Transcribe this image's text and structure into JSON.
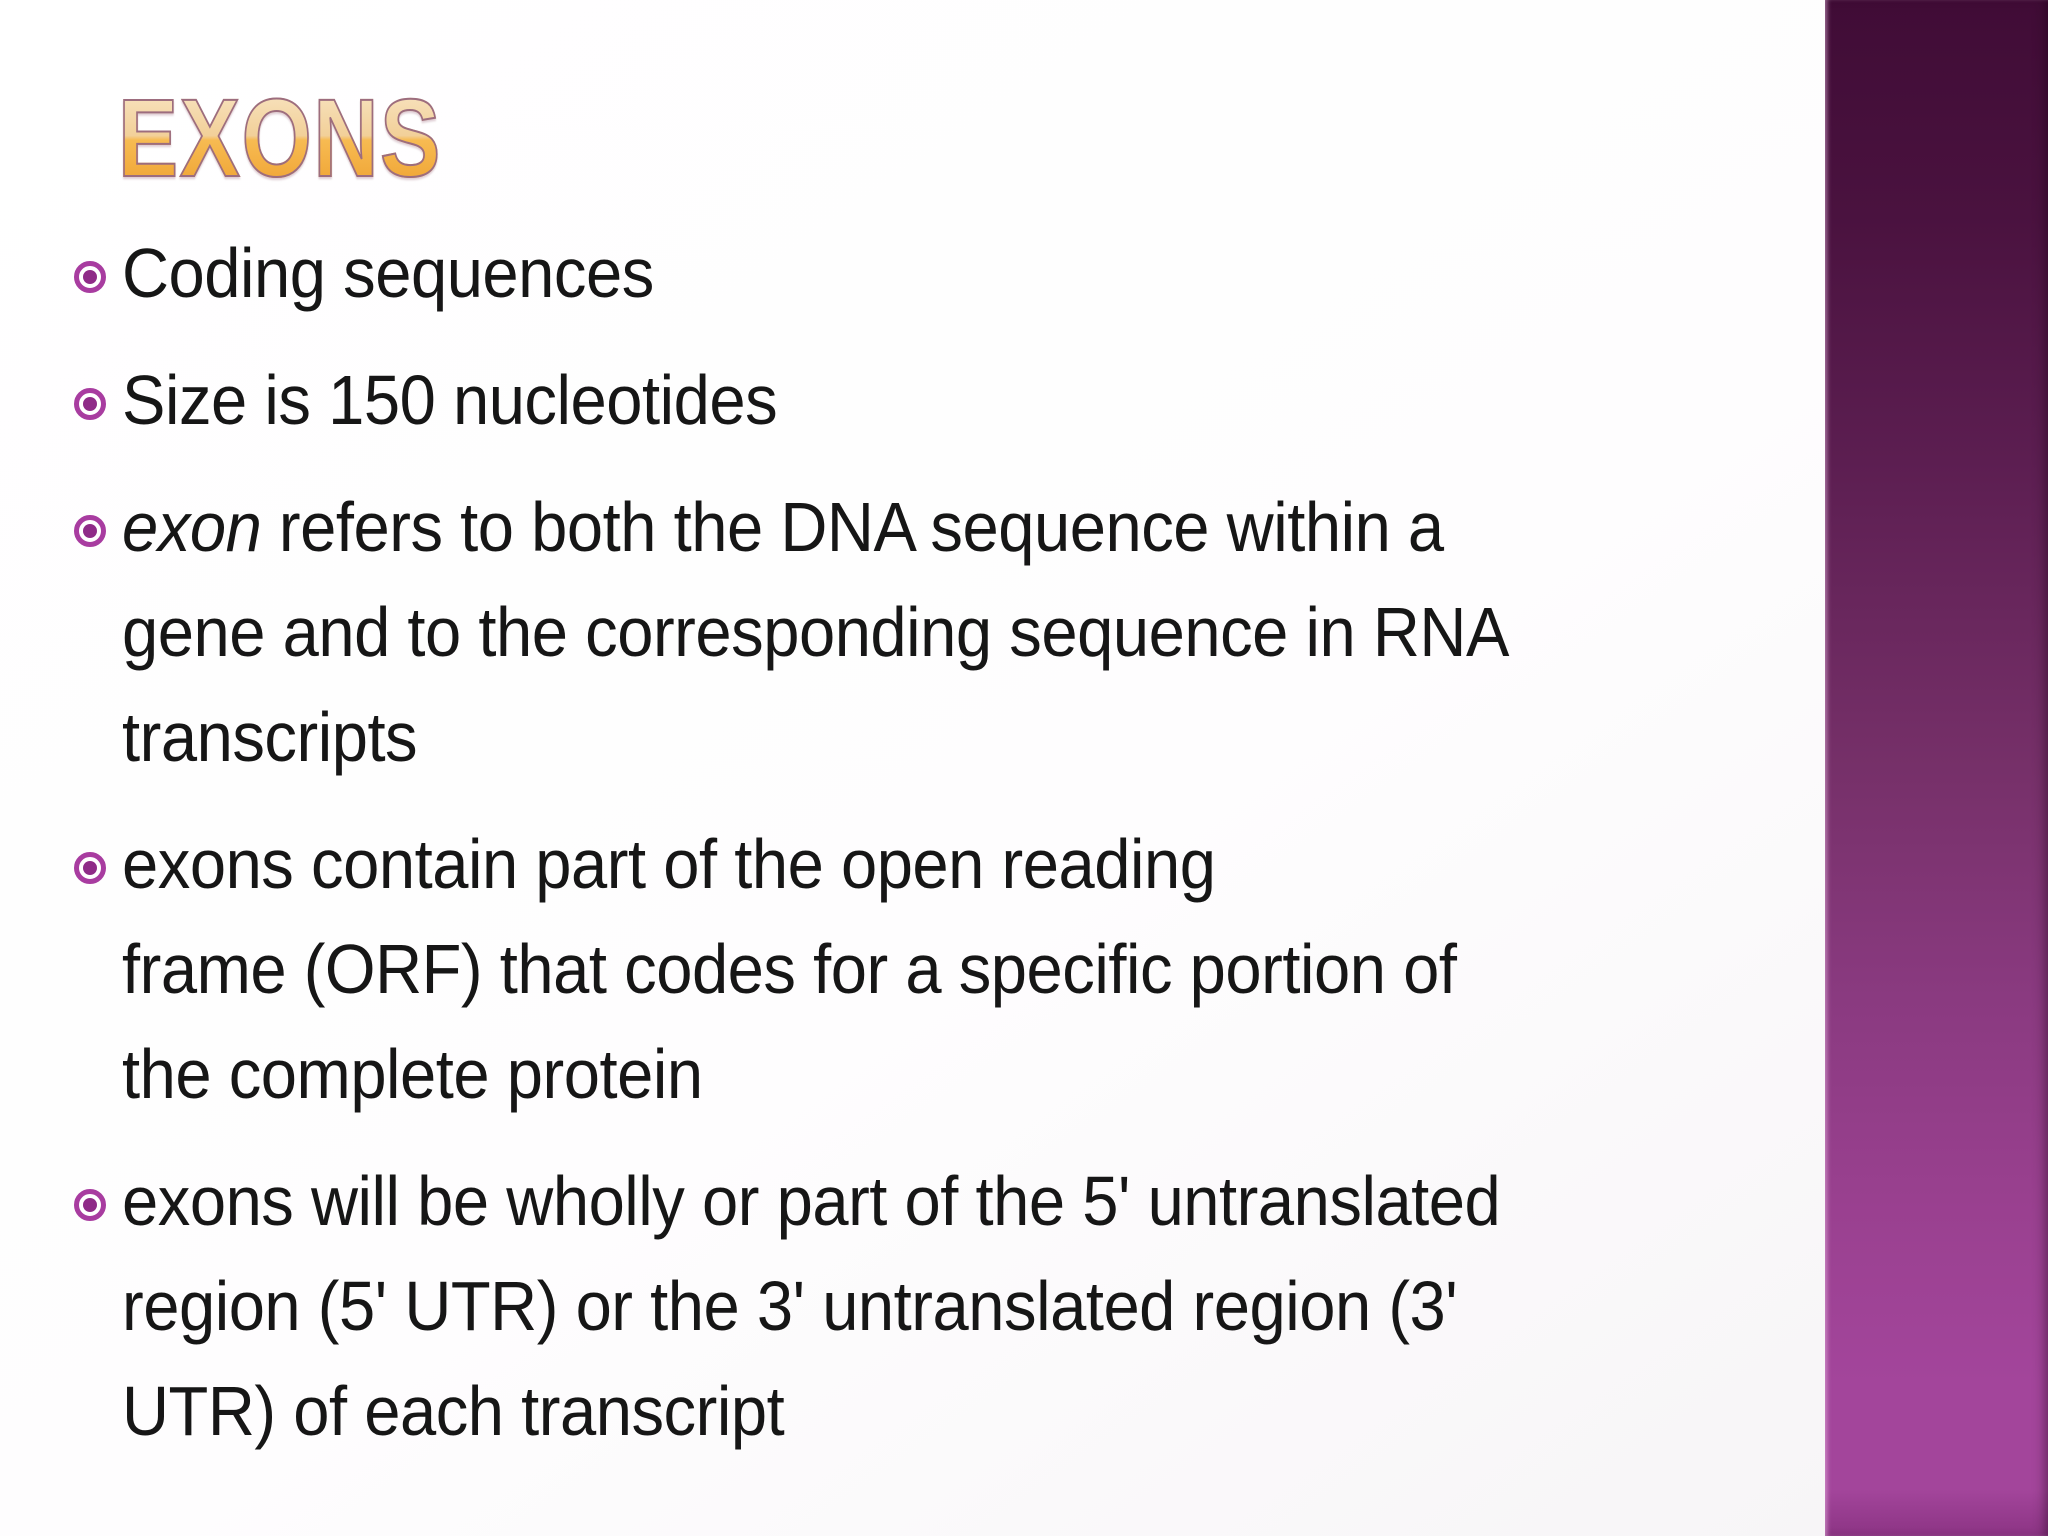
{
  "slide": {
    "title": "EXONS",
    "bullets": [
      {
        "lines": [
          [
            {
              "t": "Coding sequences"
            }
          ]
        ]
      },
      {
        "lines": [
          [
            {
              "t": "Size is 150 nucleotides"
            }
          ]
        ]
      },
      {
        "lines": [
          [
            {
              "t": "exon",
              "i": true
            },
            {
              "t": " refers to both the DNA sequence within a"
            }
          ],
          [
            {
              "t": "gene and to the corresponding sequence in RNA"
            }
          ],
          [
            {
              "t": "transcripts"
            }
          ]
        ]
      },
      {
        "lines": [
          [
            {
              "t": "exons contain part of the open reading"
            }
          ],
          [
            {
              "t": "frame (ORF) that codes for a specific portion of"
            }
          ],
          [
            {
              "t": "the complete protein"
            }
          ]
        ]
      },
      {
        "lines": [
          [
            {
              "t": "exons will be wholly or part of the 5' untranslated"
            }
          ],
          [
            {
              "t": "region (5' UTR) or the 3' untranslated region (3'"
            }
          ],
          [
            {
              "t": "UTR) of each transcript"
            }
          ]
        ]
      }
    ]
  },
  "colors": {
    "bullet_ring": "#a83ca0",
    "bullet_dot": "#8f2b88",
    "title_outline": "#9d6d7e",
    "title_top": "#f8e5c4",
    "title_mid_light": "#f2d099",
    "title_mid_dark": "#f7bb52",
    "title_bottom": "#eea02f",
    "sidebar_top": "#400c36",
    "sidebar_bottom": "#a3459b",
    "text": "#161616"
  }
}
